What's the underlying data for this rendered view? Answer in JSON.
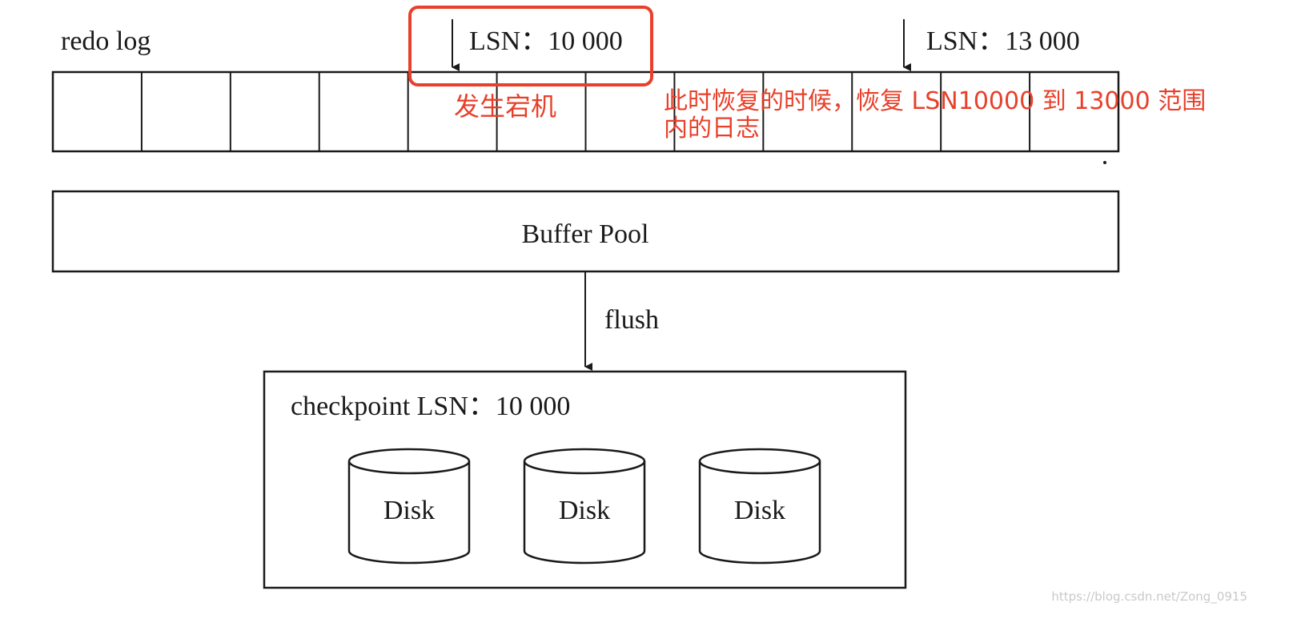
{
  "redo_log": {
    "label": "redo log",
    "cell_count": 12
  },
  "markers": {
    "lsn_crash": "LSN：10 000",
    "lsn_end": "LSN：13 000"
  },
  "annotations": {
    "crash_note": "发生宕机",
    "recovery_note_line1": "此时恢复的时候，恢复 LSN10000 到 13000 范围",
    "recovery_note_line2": "内的日志",
    "highlight_color": "#e8402a"
  },
  "buffer_pool": {
    "label": "Buffer Pool"
  },
  "flush": {
    "label": "flush"
  },
  "storage": {
    "checkpoint_label": "checkpoint LSN：10 000",
    "disks": [
      {
        "label": "Disk"
      },
      {
        "label": "Disk"
      },
      {
        "label": "Disk"
      }
    ]
  },
  "watermark": "https://blog.csdn.net/Zong_0915"
}
